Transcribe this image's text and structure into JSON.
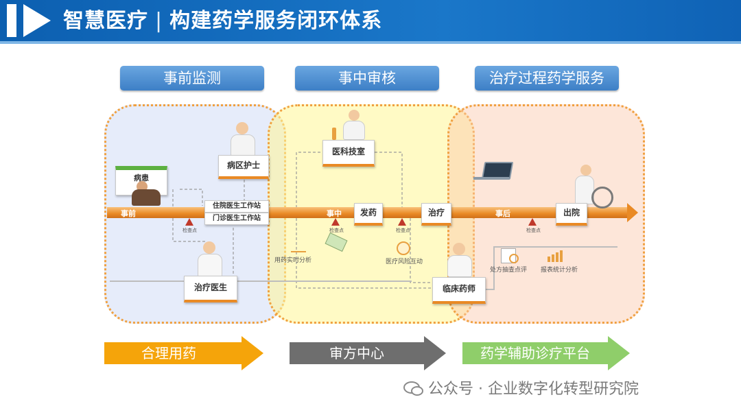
{
  "header": {
    "title_left": "智慧医疗",
    "separator": "|",
    "title_right": "构建药学服务闭环体系"
  },
  "phases": [
    "事前监测",
    "事中审核",
    "治疗过程药学服务"
  ],
  "timeline": {
    "labels": {
      "pre": "事前",
      "mid": "事中",
      "post": "事后"
    }
  },
  "nodes": {
    "patient": "病患",
    "ward_nurse": "病区护士",
    "inpatient_station": "住院医生工作站",
    "outpatient_station": "门诊医生工作站",
    "treating_doctor": "治疗医生",
    "medical_lab": "医科技室",
    "dispense": "发药",
    "treatment": "治疗",
    "clinical_pharmacist": "临床药师",
    "discharge": "出院"
  },
  "checkpoint_caption": "检查点",
  "small_labels": {
    "realtime_analysis": "用药实时分析",
    "risk_interaction": "医疗风险互动",
    "prescription_review": "处方抽查点评",
    "report_analysis": "报表统计分析"
  },
  "bottom_arrows": [
    "合理用药",
    "审方中心",
    "药学辅助诊疗平台"
  ],
  "watermark": "公众号 · 企业数字化转型研究院",
  "colors": {
    "banner": "#1a77c9",
    "timeline": "#e98a25",
    "zone_border": "#f0a040",
    "checkpoint": "#c0392b",
    "arrow1": "#f5a40a",
    "arrow2": "#6e6e6e",
    "arrow3": "#8fce6a"
  }
}
